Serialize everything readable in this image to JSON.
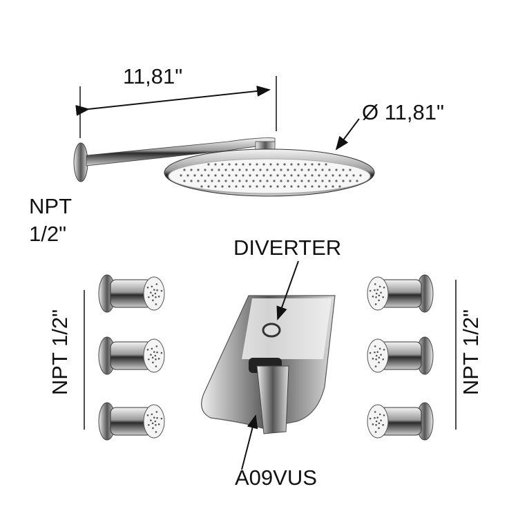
{
  "labels": {
    "arm_length": "11,81\"",
    "head_diameter": "Ø 11,81\"",
    "arm_connection_line1": "NPT",
    "arm_connection_line2": "1/2\"",
    "diverter": "DIVERTER",
    "left_jets_connection": "NPT 1/2\"",
    "right_jets_connection": "NPT 1/2\"",
    "model": "A09VUS"
  },
  "colors": {
    "chrome_dark": "#3a3a3a",
    "chrome_light": "#e8e8e8",
    "line": "#111111"
  }
}
